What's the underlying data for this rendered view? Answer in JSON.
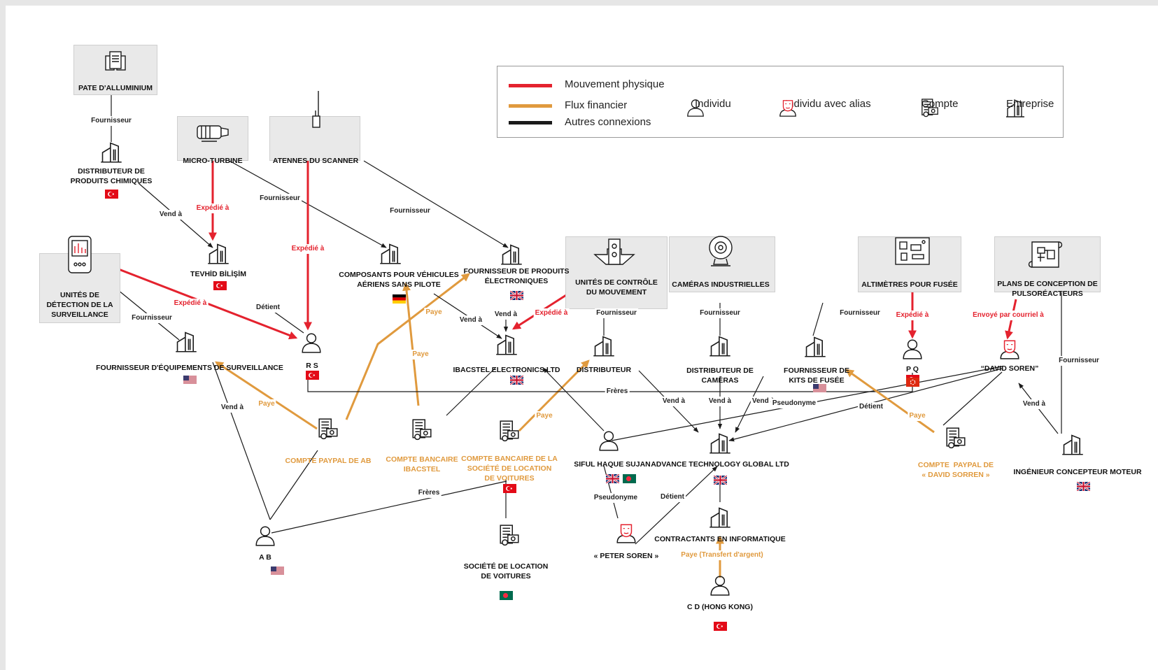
{
  "colors": {
    "physical": "#e4222e",
    "financial": "#e09a3e",
    "other": "#1a1a1a",
    "product_box": "#e9e9e9"
  },
  "legend": {
    "physical_label": "Mouvement physique",
    "financial_label": "Flux financier",
    "other_label": "Autres connexions",
    "individual_label": "Individu",
    "alias_label": "Individu avec alias",
    "account_label": "Compte",
    "company_label": "Entreprise"
  },
  "nodes": {
    "pate": "PATE D'ALLUMINIUM",
    "micro_turbine": "MICRO-TURBINE",
    "antennes": "ATENNES DU SCANNER",
    "unites_detection": "UNITÉS DE\nDÉTECTION DE LA\nSURVEILLANCE",
    "unites_controle": "UNITÉS DE CONTRÔLE\nDU MOUVEMENT",
    "cameras": "CAMÉRAS INDUSTRIELLES",
    "altimetres": "ALTIMÈTRES POUR FUSÉE",
    "plans": "PLANS DE CONCEPTION DE\nPULSORÉACTEURS",
    "distributeur_chimiques": "DISTRIBUTEUR DE\nPRODUITS CHIMIQUES",
    "tevhid": "TEVHİD BİLİŞİM",
    "composants": "COMPOSANTS POUR VÉHICULES\nAÉRIENS SANS PILOTE",
    "fournisseur_electroniques": "FOURNISSEUR DE PRODUITS\nÉLECTRONIQUES",
    "ibacstel": "IBACSTEL ELECTRONICS LTD",
    "distributeur": "DISTRIBUTEUR",
    "distributeur_cameras": "DISTRIBUTEUR DE\nCAMÉRAS",
    "fournisseur_kits": "FOURNISSEUR DE\nKITS DE FUSÉE",
    "fournisseur_surveillance": "FOURNISSEUR D'ÉQUIPEMENTS DE SURVEILLANCE",
    "rs": "R S",
    "pq": "P Q",
    "david": "“DAVID SOREN”",
    "paypal_ab": "COMPTE PAYPAL DE AB",
    "compte_ibacstel": "COMPTE BANCAIRE\nIBACSTEL",
    "compte_location": "COMPTE BANCAIRE DE LA\nSOCIÉTÉ DE LOCATION\nDE VOITURES",
    "siful": "SIFUL HAQUE SUJAN",
    "advance": "ADVANCE TECHNOLOGY GLOBAL LTD",
    "paypal_david": "COMPTE  PAYPAL DE\n« DAVID SORREN »",
    "ingenieur": "INGÉNIEUR CONCEPTEUR MOTEUR",
    "ab": "A B",
    "peter": "« PETER SOREN »",
    "contractants": "CONTRACTANTS EN INFORMATIQUE",
    "societe_location": "SOCIÉTÉ DE LOCATION\nDE VOITURES",
    "cd": "C D (HONG KONG)"
  },
  "edge_labels": {
    "fournisseur": "Fournisseur",
    "vend_a": "Vend à",
    "expedie_a": "Expédié à",
    "detient": "Détient",
    "paye": "Paye",
    "freres": "Frères",
    "pseudonyme": "Pseudonyme",
    "envoye_courriel": "Envoyé par courriel à",
    "paye_transfert": "Paye (Transfert d'argent)"
  },
  "flags": [
    "TR",
    "TR",
    "DE",
    "GB",
    "GB",
    "US",
    "TR",
    "GB",
    "US",
    "TR",
    "TR",
    "GB",
    "BD",
    "GB",
    "US",
    "BD",
    "TR",
    "HK"
  ]
}
